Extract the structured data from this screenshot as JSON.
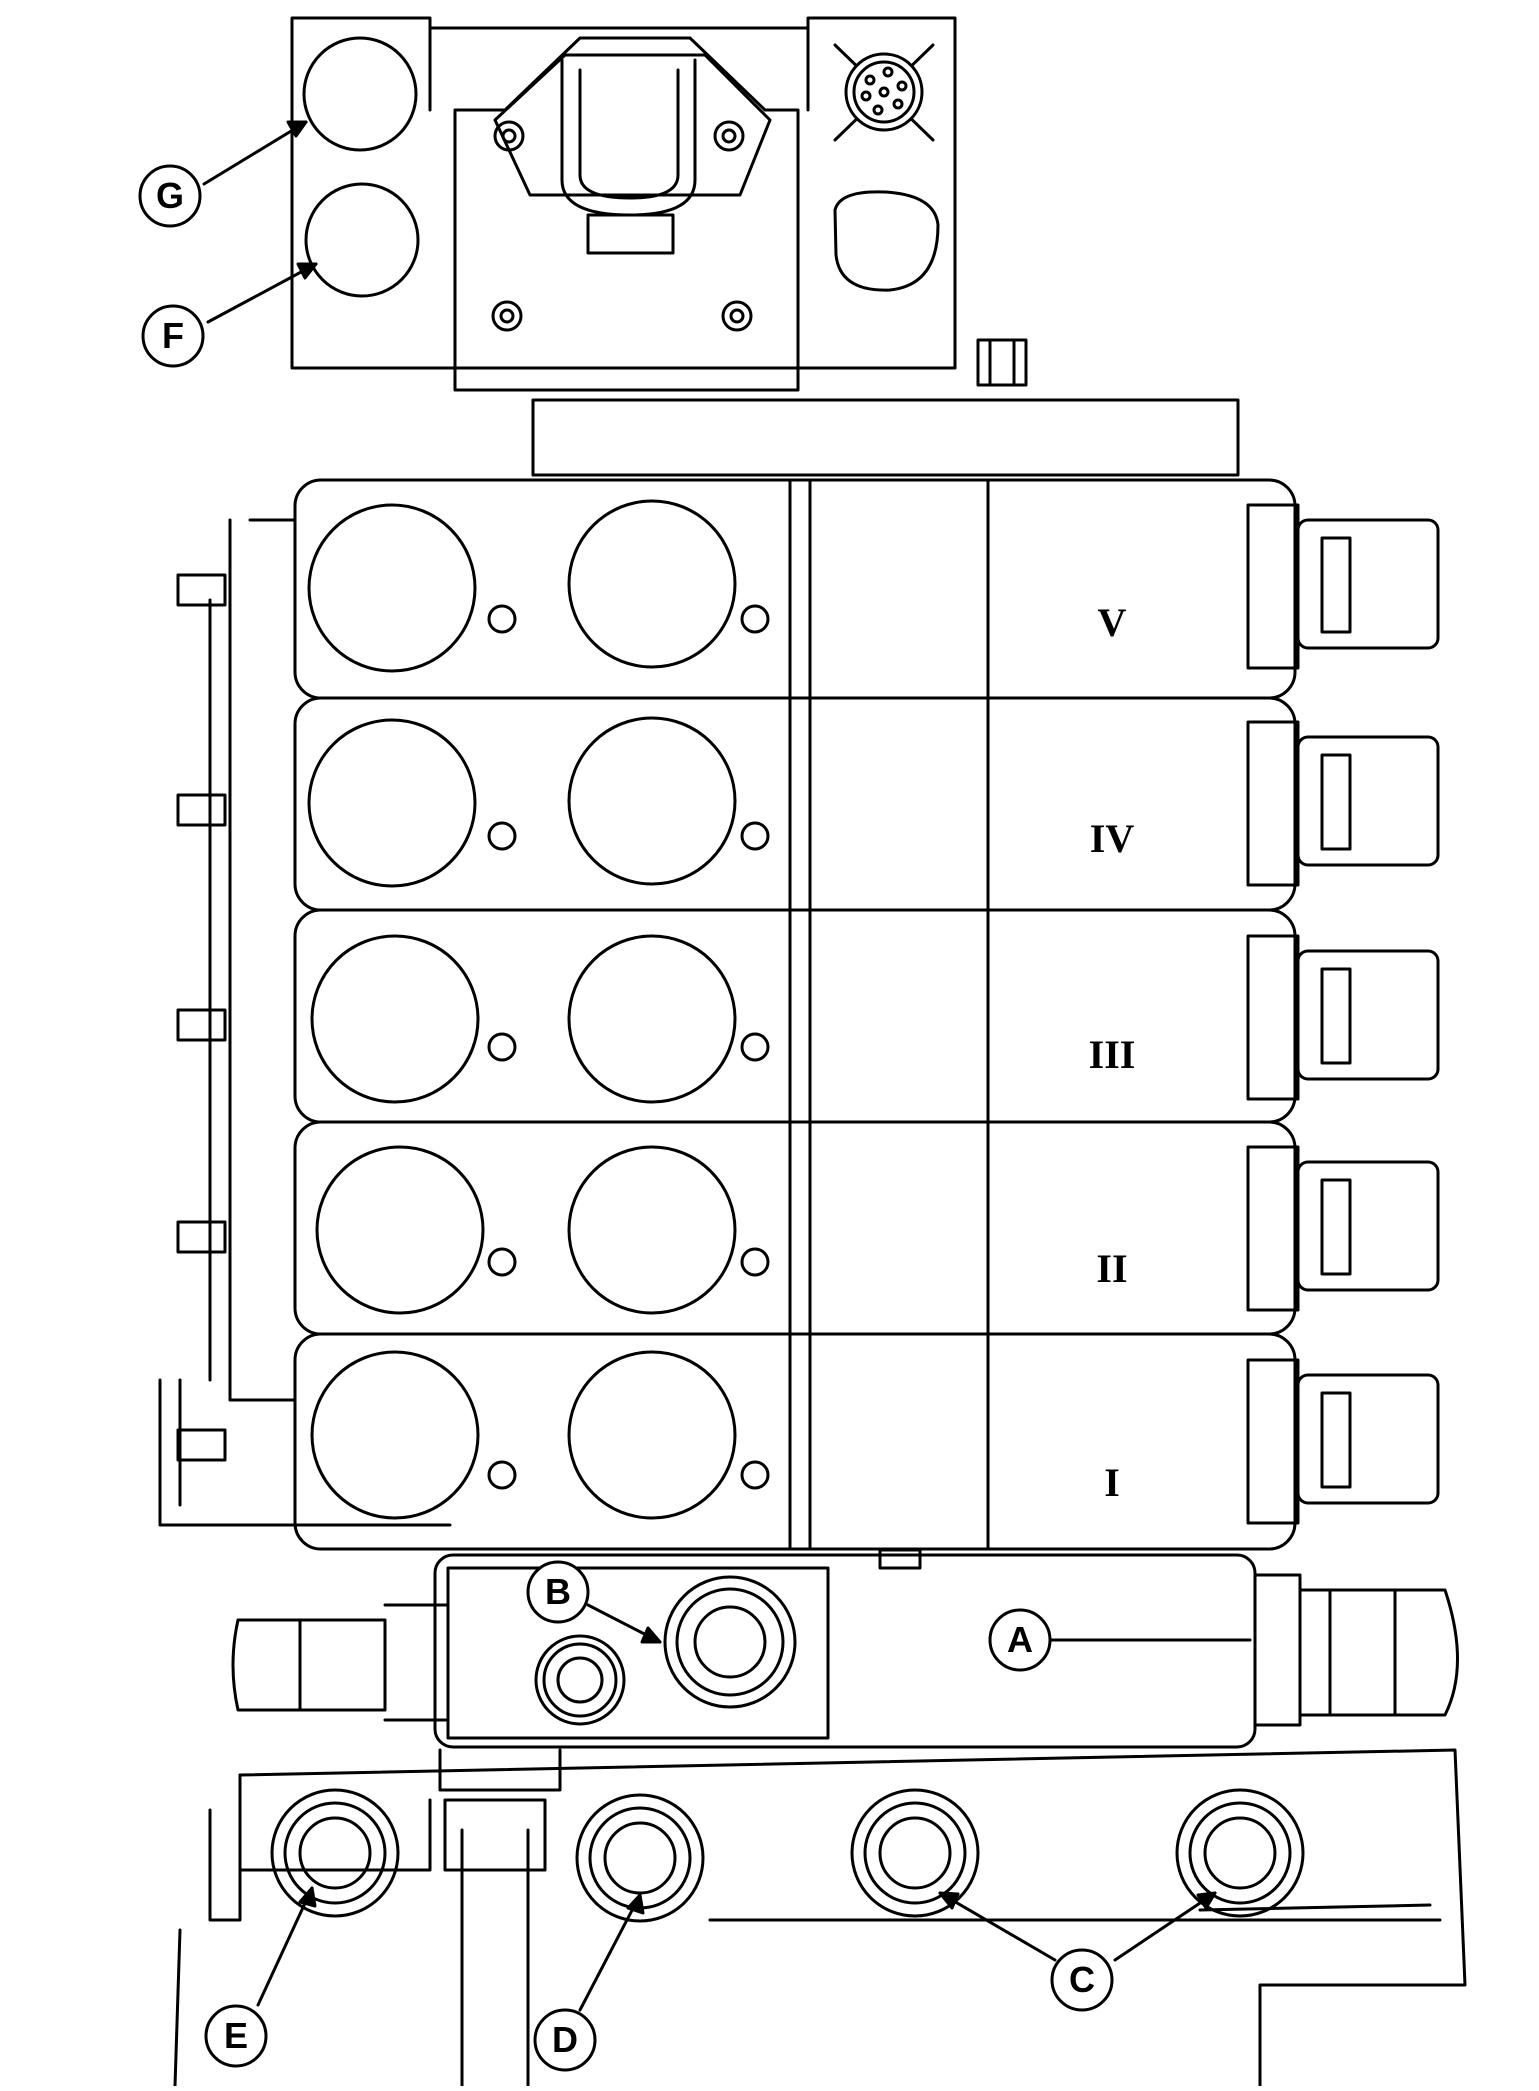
{
  "diagram": {
    "sections": [
      {
        "numeral": "V"
      },
      {
        "numeral": "IV"
      },
      {
        "numeral": "III"
      },
      {
        "numeral": "II"
      },
      {
        "numeral": "I"
      }
    ],
    "callouts": {
      "A": "A",
      "B": "B",
      "C": "C",
      "D": "D",
      "E": "E",
      "F": "F",
      "G": "G"
    },
    "colors": {
      "line": "#000000",
      "background": "#ffffff"
    }
  }
}
